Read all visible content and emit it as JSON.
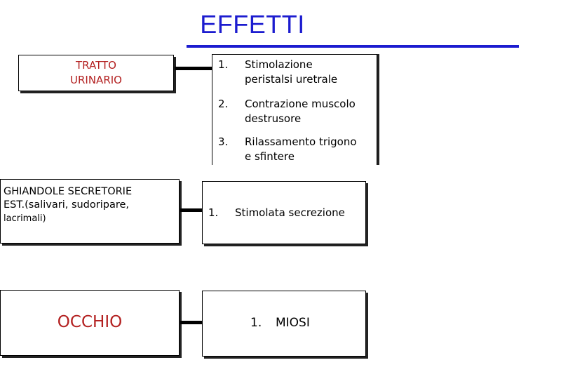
{
  "title": "EFFETTI",
  "colors": {
    "title": "#1c1ccf",
    "organ_label": "#b32020",
    "text": "#000000"
  },
  "organs": {
    "tratto_urinario": {
      "line1": "TRATTO",
      "line2": "URINARIO"
    },
    "ghiandole": {
      "line1": "GHIANDOLE SECRETORIE",
      "line2": "EST.(salivari, sudoripare,",
      "line3": "lacrimali)"
    },
    "occhio": {
      "label": "OCCHIO"
    }
  },
  "effects": {
    "urinario": [
      {
        "num": "1.",
        "line1": "Stimolazione",
        "line2": "peristalsi uretrale"
      },
      {
        "num": "2.",
        "line1": "Contrazione muscolo",
        "line2": "destrusore"
      },
      {
        "num": "3.",
        "line1": "Rilassamento trigono",
        "line2": "e sfintere"
      }
    ],
    "ghiandole": [
      {
        "num": "1.",
        "text": "Stimolata secrezione"
      }
    ],
    "occhio": [
      {
        "num": "1.",
        "text": "MIOSI"
      }
    ]
  }
}
